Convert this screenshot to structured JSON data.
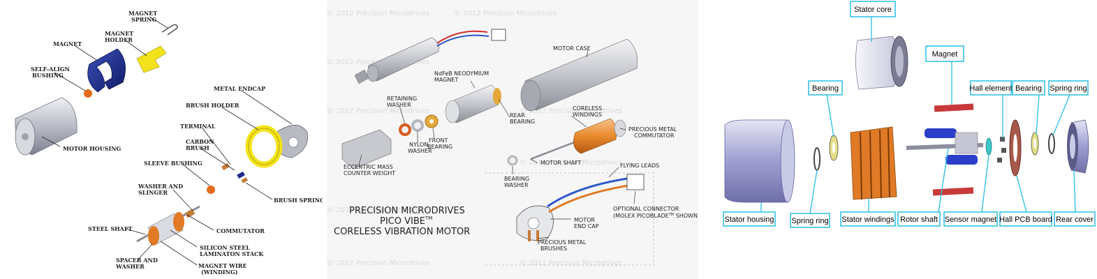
{
  "panel1": {
    "labels": {
      "magnet_spring_1": "MAGNET",
      "magnet_spring_2": "SPRING",
      "magnet_holder_1": "MAGNET",
      "magnet_holder_2": "HOLDER",
      "magnet": "MAGNET",
      "self_align_1": "SELF-ALIGN",
      "self_align_2": "BUSHING",
      "motor_housing": "MOTOR HOUSING",
      "metal_endcap": "METAL ENDCAP",
      "brush_holder": "BRUSH HOLDER",
      "terminal": "TERMINAL",
      "carbon_brush_1": "CARBON",
      "carbon_brush_2": "BRUSH",
      "sleeve_bushing": "SLEEVE BUSHING",
      "washer_slinger_1": "WASHER AND",
      "washer_slinger_2": "SLINGER",
      "brush_spring": "BRUSH SPRING",
      "commutator": "COMMUTATOR",
      "steel_shaft": "STEEL SHAFT",
      "silicon_steel_1": "SILICON STEEL",
      "silicon_steel_2": "LAMINATON STACK",
      "spacer_washer_1": "SPACER AND",
      "spacer_washer_2": "WASHER",
      "magnet_wire_1": "MAGNET WIRE",
      "magnet_wire_2": "(WINDING)"
    }
  },
  "panel2": {
    "watermark": "© 2012 Precision Microdrives",
    "title_line1": "PRECISION MICRODRIVES",
    "title_line2": "PICO VIBE",
    "title_tm": "TM",
    "title_line3": "CORELESS VIBRATION MOTOR",
    "labels": {
      "motor_case": "MOTOR CASE",
      "ndfeb_1": "NdFeB NEODYMIUM",
      "ndfeb_2": "MAGNET",
      "retaining_1": "RETAINING",
      "retaining_2": "WASHER",
      "rear_bearing_1": "REAR",
      "rear_bearing_2": "BEARING",
      "coreless_1": "CORELESS",
      "coreless_2": "WINDINGS",
      "nylon_1": "NYLON",
      "nylon_2": "WASHER",
      "front_1": "FRONT",
      "front_2": "BEARING",
      "precious_comm_1": "PRECIOUS METAL",
      "precious_comm_2": "COMMUTATOR",
      "eccentric_1": "ECCENTRIC MASS",
      "eccentric_2": "COUNTER WEIGHT",
      "motor_shaft": "MOTOR SHAFT",
      "flying_leads": "FLYING LEADS",
      "bearing_washer_1": "BEARING",
      "bearing_washer_2": "WASHER",
      "optional_1": "OPTIONAL CONNECTOR",
      "optional_2": "(MOLEX PICOBLADE",
      "optional_tm": "TM",
      "optional_3": " SHOWN)",
      "end_cap_1": "MOTOR",
      "end_cap_2": "END CAP",
      "brushes_1": "PRECIOUS METAL",
      "brushes_2": "BRUSHES"
    }
  },
  "panel3": {
    "labels": {
      "stator_core": "Stator core",
      "magnet": "Magnet",
      "bearing_left": "Bearing",
      "hall_element": "Hall element",
      "bearing_right": "Bearing",
      "spring_ring_top": "Spring ring",
      "stator_housing": "Stator housing",
      "spring_ring_bottom": "Spring ring",
      "stator_windings": "Stator windings",
      "rotor_shaft": "Rotor shaft",
      "sensor_magnet": "Sensor magnet",
      "hall_pcb": "Hall PCB board",
      "rear_cover": "Rear cover"
    }
  },
  "colors": {
    "label_border": "#35c3e6",
    "magnet_blue": "#1b2a8a",
    "brush_yellow": "#f2e21a",
    "winding_orange": "#e07a26",
    "magnet_red": "#c83a3a"
  }
}
